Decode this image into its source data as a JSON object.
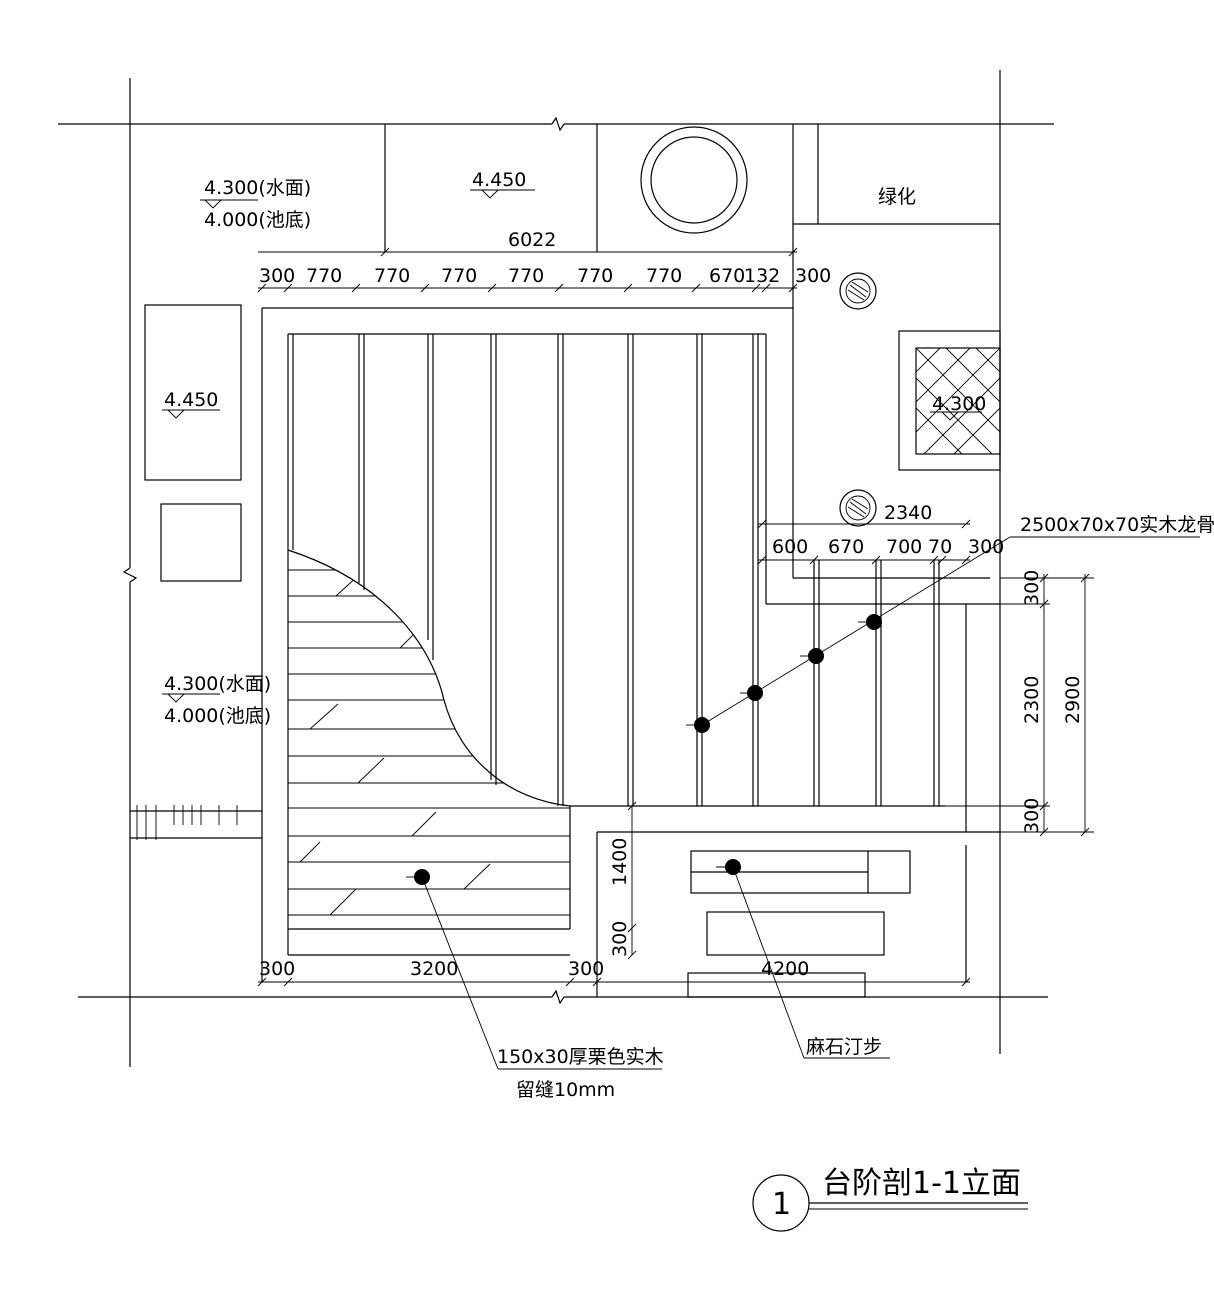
{
  "levels": {
    "top_left_water": "4.300(水面)",
    "top_left_bottom": "4.000(池底)",
    "top_center": "4.450",
    "left_box": "4.450",
    "right_box": "4.300",
    "mid_left_water": "4.300(水面)",
    "mid_left_bottom": "4.000(池底)"
  },
  "labels": {
    "green": "绿化",
    "joist": "2500x70x70实木龙骨",
    "wood_line1": "150x30厚栗色实木",
    "wood_line2": "留缝10mm",
    "stone": "麻石汀步"
  },
  "dims": {
    "total_top": "6022",
    "top_row": [
      "300",
      "770",
      "770",
      "770",
      "770",
      "770",
      "770",
      "670",
      "132",
      "300"
    ],
    "right_total": "2340",
    "right_row": [
      "600",
      "670",
      "700",
      "70",
      "300"
    ],
    "v_top": "300",
    "v_mid": "2300",
    "v_total": "2900",
    "v_bot": "300",
    "v_1400": "1400",
    "v_300b": "300",
    "bottom_row": [
      "300",
      "3200",
      "300",
      "4200"
    ]
  },
  "title": {
    "number": "1",
    "text": "台阶剖1-1立面"
  }
}
